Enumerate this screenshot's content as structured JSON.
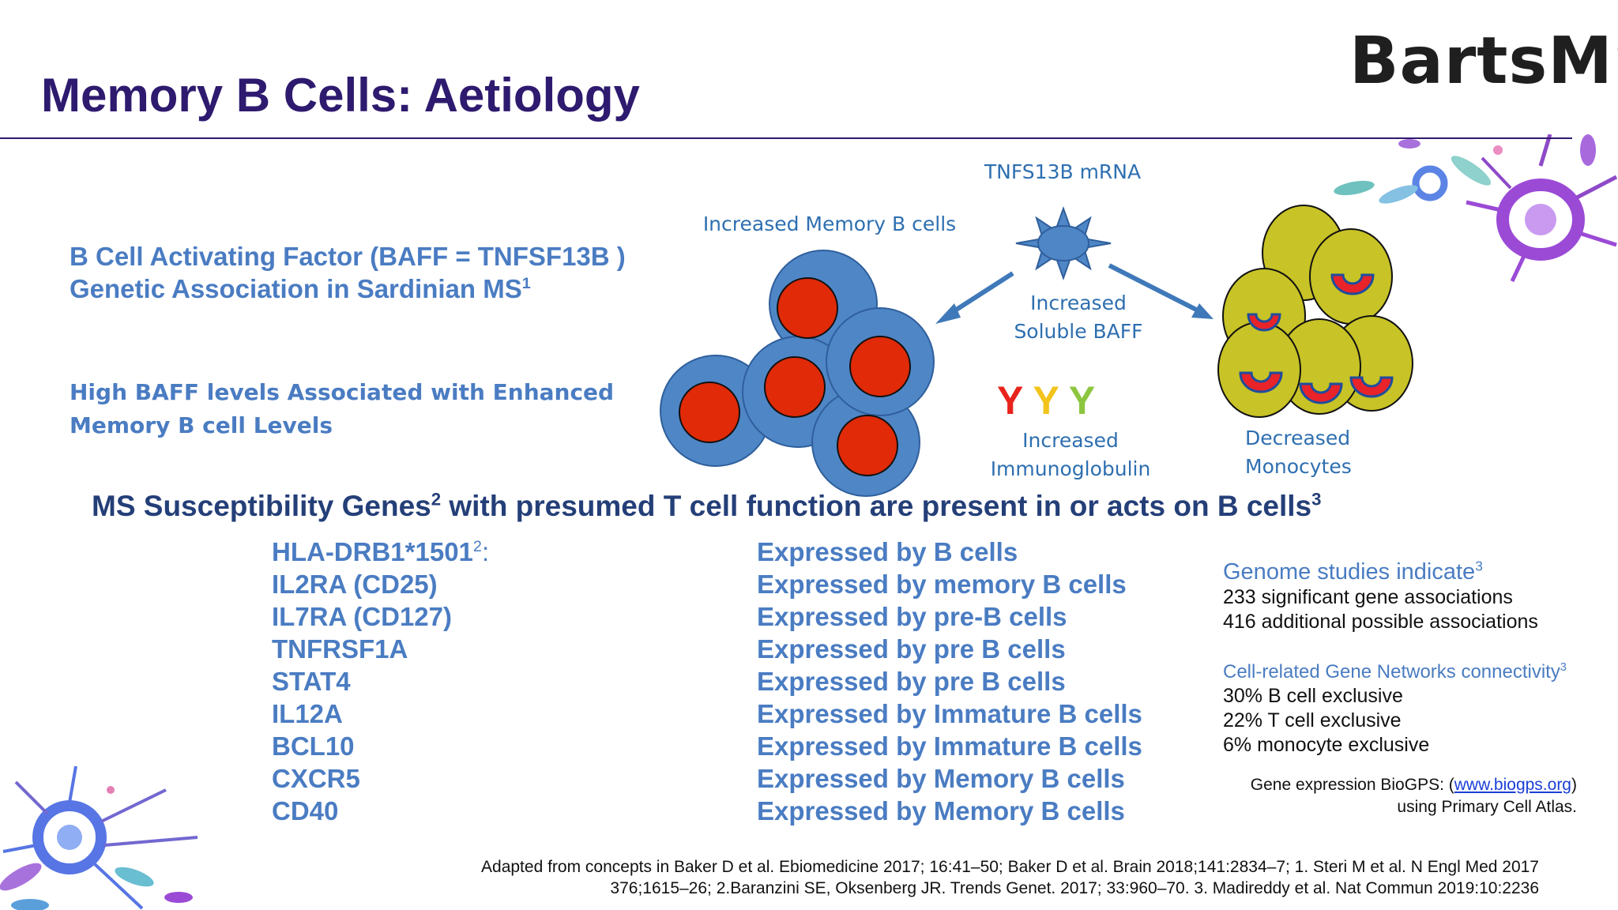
{
  "header": {
    "title": "Memory B Cells: Aetiology",
    "logo_text": "BartsMS"
  },
  "left_text": {
    "baff_line1": "B Cell Activating Factor (BAFF = TNFSF13B )",
    "baff_line2": "Genetic Association in Sardinian MS",
    "baff_line2_sup": "1",
    "high_baff_line1": "High BAFF levels Associated with Enhanced",
    "high_baff_line2": "Memory B cell Levels"
  },
  "diagram": {
    "increased_memory_b_cells": "Increased Memory B cells",
    "mrna_label": "TNFS13B mRNA",
    "soluble_baff_line1": "Increased",
    "soluble_baff_line2": "Soluble BAFF",
    "immunoglobulin_line1": "Increased",
    "immunoglobulin_line2": "Immunoglobulin",
    "monocytes_line1": "Decreased",
    "monocytes_line2": "Monocytes",
    "antibody_glyph": "Y",
    "antibody_colors": [
      "#e8231c",
      "#f2c31b",
      "#8cc63f"
    ],
    "cell_colors": {
      "b_cell": "#4f86c6",
      "nucleus": "#e02a08",
      "monocyte": "#c8c326",
      "monocyte_nucleus": "#e8232a"
    }
  },
  "susceptibility": {
    "heading": "MS Susceptibility Genes",
    "heading_sup": "2",
    "heading_rest": " with presumed T cell function are present in or acts on B cells",
    "heading_sup2": "3",
    "genes": [
      {
        "gene": "HLA-DRB1*1501",
        "sup": "2",
        "suffix": ":",
        "expression": "Expressed by B cells"
      },
      {
        "gene": "IL2RA (CD25)",
        "sup": "",
        "suffix": "",
        "expression": "Expressed by memory B cells"
      },
      {
        "gene": "IL7RA (CD127)",
        "sup": "",
        "suffix": "",
        "expression": "Expressed by pre-B cells"
      },
      {
        "gene": "TNFRSF1A",
        "sup": "",
        "suffix": "",
        "expression": "Expressed by pre B cells"
      },
      {
        "gene": "STAT4",
        "sup": "",
        "suffix": "",
        "expression": "Expressed by pre B cells"
      },
      {
        "gene": "IL12A",
        "sup": "",
        "suffix": "",
        "expression": "Expressed by Immature B cells"
      },
      {
        "gene": "BCL10",
        "sup": "",
        "suffix": "",
        "expression": "Expressed by Immature B cells"
      },
      {
        "gene": "CXCR5",
        "sup": "",
        "suffix": "",
        "expression": "Expressed by Memory B cells"
      },
      {
        "gene": "CD40",
        "sup": "",
        "suffix": "",
        "expression": "Expressed by Memory B cells"
      }
    ]
  },
  "side_panel": {
    "genome_heading": "Genome studies indicate",
    "genome_sup": "3",
    "genome_lines": [
      "233 significant gene associations",
      "416 additional possible associations"
    ],
    "network_heading": "Cell-related Gene Networks connectivity",
    "network_sup": "3",
    "network_lines": [
      "30% B cell exclusive",
      "22% T cell exclusive",
      "6% monocyte exclusive"
    ],
    "biogps_prefix": "Gene expression BioGPS: (",
    "biogps_link": "www.biogps.org",
    "biogps_suffix": ")",
    "biogps_line2": "using Primary Cell Atlas."
  },
  "references": {
    "line1": "Adapted from concepts in Baker D et al. Ebiomedicine 2017; 16:41–50;  Baker D et al. Brain 2018;141:2834–7; 1. Steri M et al. N Engl Med 2017",
    "line2": "376;1615–26; 2.Baranzini SE, Oksenberg JR. Trends Genet. 2017; 33:960–70. 3. Madireddy et al. Nat Commun 2019:10:2236"
  }
}
